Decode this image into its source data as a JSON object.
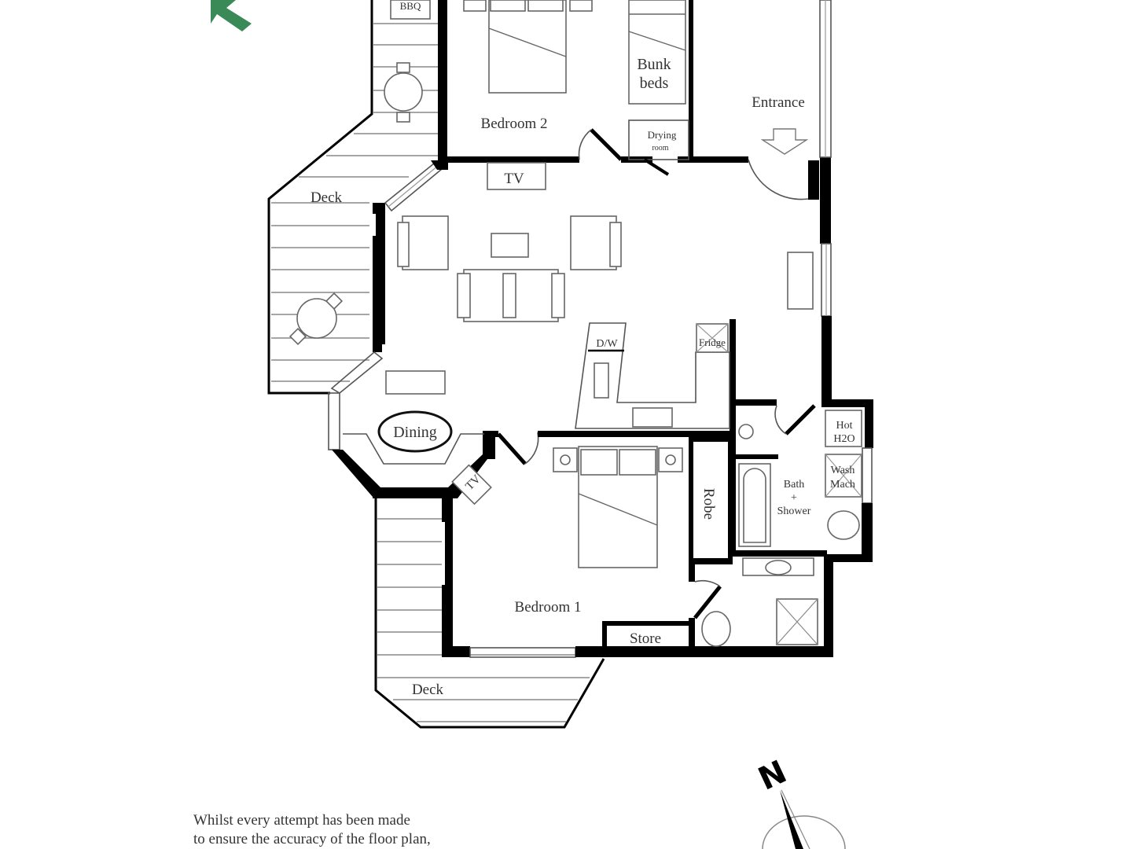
{
  "plan": {
    "rooms": {
      "bedroom_2": "Bedroom 2",
      "bedroom_1": "Bedroom 1",
      "entrance": "Entrance",
      "dining": "Dining",
      "deck_top": "Deck",
      "deck_bottom": "Deck",
      "bath_line1": "Bath",
      "bath_line2": "+",
      "bath_line3": "Shower"
    },
    "fixtures": {
      "bbq": "BBQ",
      "bunk_line1": "Bunk",
      "bunk_line2": "beds",
      "drying_line1": "Drying",
      "drying_line2": "room",
      "tv_living": "TV",
      "tv_bedroom": "TV",
      "dishwasher": "D/W",
      "fridge": "Fridge",
      "hot_water_line1": "Hot",
      "hot_water_line2": "H2O",
      "wash_line1": "Wash",
      "wash_line2": "Mach",
      "robe": "Robe",
      "store": "Store"
    },
    "compass": {
      "label": "N"
    },
    "colors": {
      "arrow": "#3a8a57",
      "wall": "#000000"
    }
  },
  "disclaimer": {
    "line1": "Whilst every attempt has been made",
    "line2": "to ensure the accuracy of the floor plan,"
  }
}
